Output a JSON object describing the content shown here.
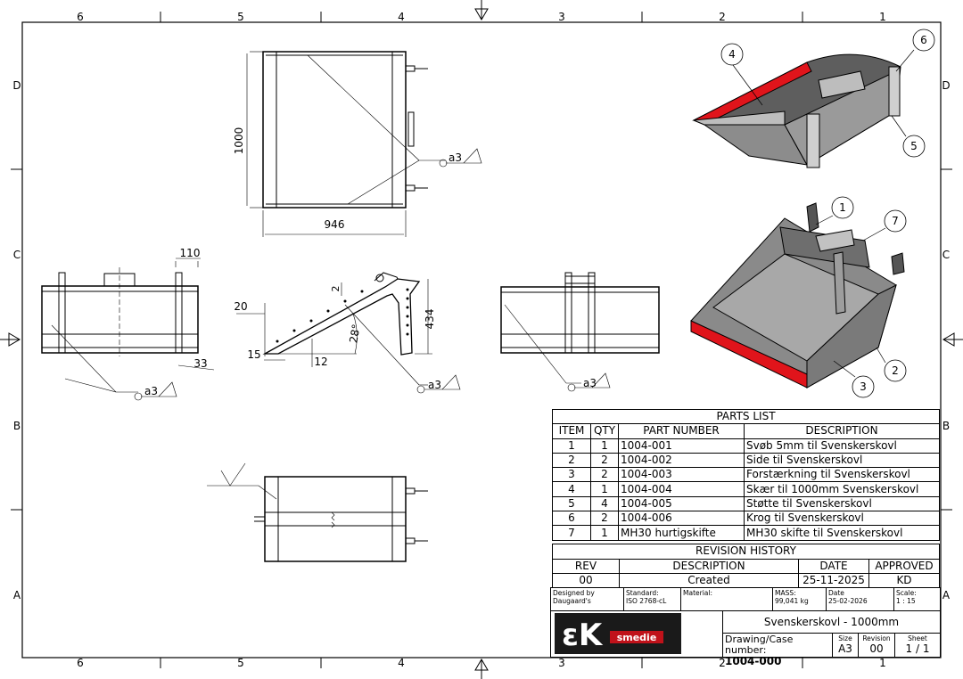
{
  "border": {
    "col_labels": [
      "6",
      "5",
      "4",
      "3",
      "2",
      "1"
    ],
    "row_labels": [
      "D",
      "C",
      "B",
      "A"
    ]
  },
  "dimensions": {
    "top_height": "1000",
    "top_width": "946",
    "side_110": "110",
    "side_33": "33",
    "profile_20": "20",
    "profile_2": "2",
    "profile_434": "434",
    "profile_28": "28°",
    "profile_15": "15",
    "profile_12": "12"
  },
  "weld_label": "a3",
  "balloons": [
    "1",
    "2",
    "3",
    "4",
    "5",
    "6",
    "7"
  ],
  "parts_list": {
    "title": "PARTS LIST",
    "headers": [
      "ITEM",
      "QTY",
      "PART NUMBER",
      "DESCRIPTION"
    ],
    "rows": [
      [
        "1",
        "1",
        "1004-001",
        "Svøb 5mm til Svenskerskovl"
      ],
      [
        "2",
        "2",
        "1004-002",
        "Side til Svenskerskovl"
      ],
      [
        "3",
        "2",
        "1004-003",
        "Forstærkning til Svenskerskovl"
      ],
      [
        "4",
        "1",
        "1004-004",
        "Skær til 1000mm Svenskerskovl"
      ],
      [
        "5",
        "4",
        "1004-005",
        "Støtte til Svenskerskovl"
      ],
      [
        "6",
        "2",
        "1004-006",
        "Krog til Svenskerskovl"
      ],
      [
        "7",
        "1",
        "MH30 hurtigskifte",
        "MH30 skifte til Svenskerskovl"
      ]
    ]
  },
  "revision_history": {
    "title": "REVISION HISTORY",
    "headers": [
      "REV",
      "DESCRIPTION",
      "DATE",
      "APPROVED"
    ],
    "row": [
      "00",
      "Created",
      "25-11-2025",
      "KD"
    ]
  },
  "title_block": {
    "designed_by_label": "Designed by",
    "designed_by": "Daugaard's",
    "standard_label": "Standard:",
    "standard": "ISO 2768-cL",
    "material_label": "Material:",
    "mass_label": "MASS:",
    "mass": "99,041 kg",
    "date_label": "Date",
    "date": "25-02-2026",
    "scale_label": "Scale:",
    "scale": "1 : 15",
    "title": "Svenskerskovl - 1000mm",
    "drawing_label": "Drawing/Case number:",
    "drawing_number": "1004-000",
    "size_label": "Size",
    "size": "A3",
    "revision_label": "Revision",
    "revision": "00",
    "sheet_label": "Sheet",
    "sheet": "1 / 1",
    "logo_text": "smedie"
  },
  "colors": {
    "accent_red": "#e0141b",
    "bucket_grey": "#9a9a9a",
    "dark_grey": "#5e5e5e"
  }
}
